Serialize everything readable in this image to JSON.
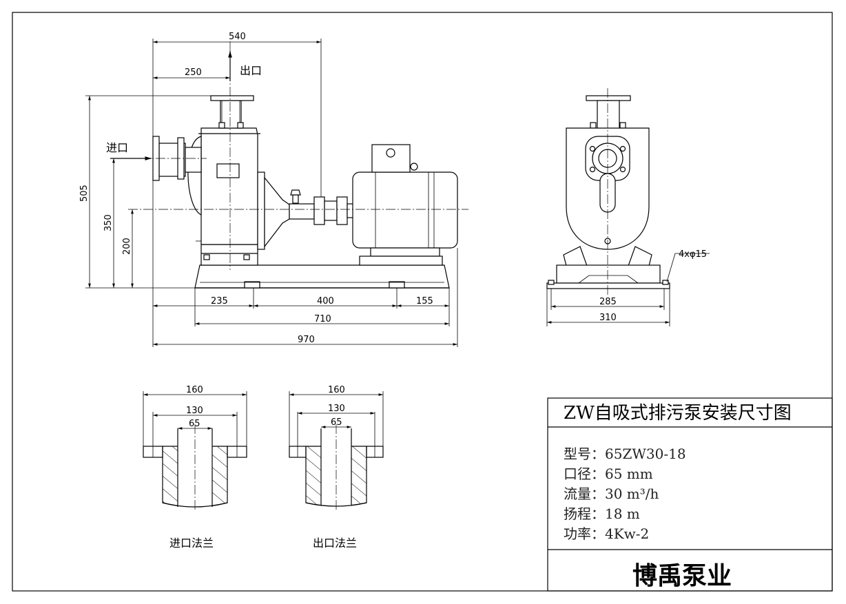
{
  "title_block": {
    "title": "ZW自吸式排污泵安装尺寸图",
    "specs": [
      "型号：65ZW30-18",
      "口径：65 mm",
      "流量：30 m³/h",
      "扬程：18 m",
      "功率：4Kw-2"
    ],
    "company": "博禹泵业"
  },
  "front_view": {
    "outlet_label": "出口",
    "inlet_label": "进口",
    "dims": {
      "d540": "540",
      "d250": "250",
      "d505": "505",
      "d350": "350",
      "d200": "200",
      "d235": "235",
      "d400": "400",
      "d155": "155",
      "d710": "710",
      "d970": "970"
    }
  },
  "side_view": {
    "holes": "4xφ15",
    "d285": "285",
    "d310": "310"
  },
  "flanges": [
    {
      "name": "进口法兰",
      "d_outer": "160",
      "d_bolt": "130",
      "d_bore": "65"
    },
    {
      "name": "出口法兰",
      "d_outer": "160",
      "d_bolt": "130",
      "d_bore": "65"
    }
  ]
}
